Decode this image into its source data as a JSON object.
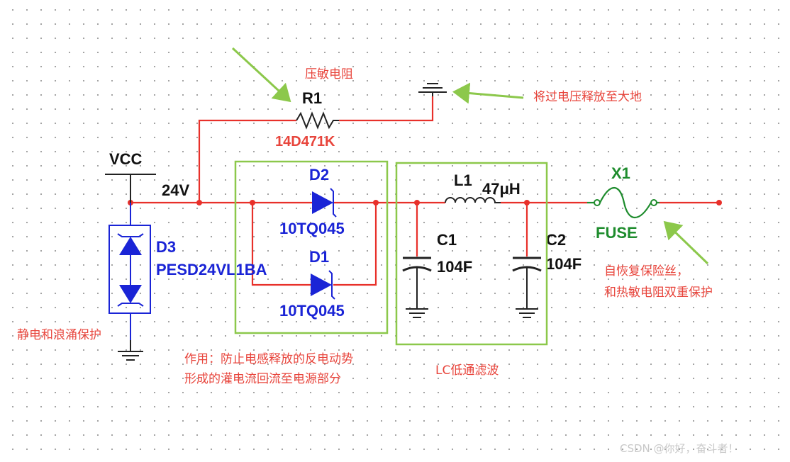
{
  "components": {
    "vcc": {
      "name": "VCC",
      "voltage": "24V"
    },
    "r1": {
      "ref": "R1",
      "value": "14D471K",
      "annotation": "压敏电阻"
    },
    "d3": {
      "ref": "D3",
      "value": "PESD24VL1BA"
    },
    "d2": {
      "ref": "D2",
      "value": "10TQ045"
    },
    "d1": {
      "ref": "D1",
      "value": "10TQ045"
    },
    "l1": {
      "ref": "L1",
      "value": "47μH"
    },
    "c1": {
      "ref": "C1",
      "value": "104F"
    },
    "c2": {
      "ref": "C2",
      "value": "104F"
    },
    "x1": {
      "ref": "X1",
      "value": "FUSE"
    }
  },
  "annotations": {
    "varistor_ground": "将过电压释放至大地",
    "esd_protection": "静电和浪涌保护",
    "diode_purpose_line1": "作用：防止电感释放的反电动势",
    "diode_purpose_line2": "形成的灌电流回流至电源部分",
    "lc_filter": "LC低通滤波",
    "fuse_note_line1": "自恢复保险丝，",
    "fuse_note_line2": "和热敏电阻双重保护"
  },
  "watermark": "CSDN @你好，奋斗者！",
  "colors": {
    "wire": "#e8302a",
    "component_blue": "#1a24d6",
    "fuse_green": "#1e8c2d",
    "highlight_box": "#8cc84b",
    "note_red": "#e8453c"
  }
}
